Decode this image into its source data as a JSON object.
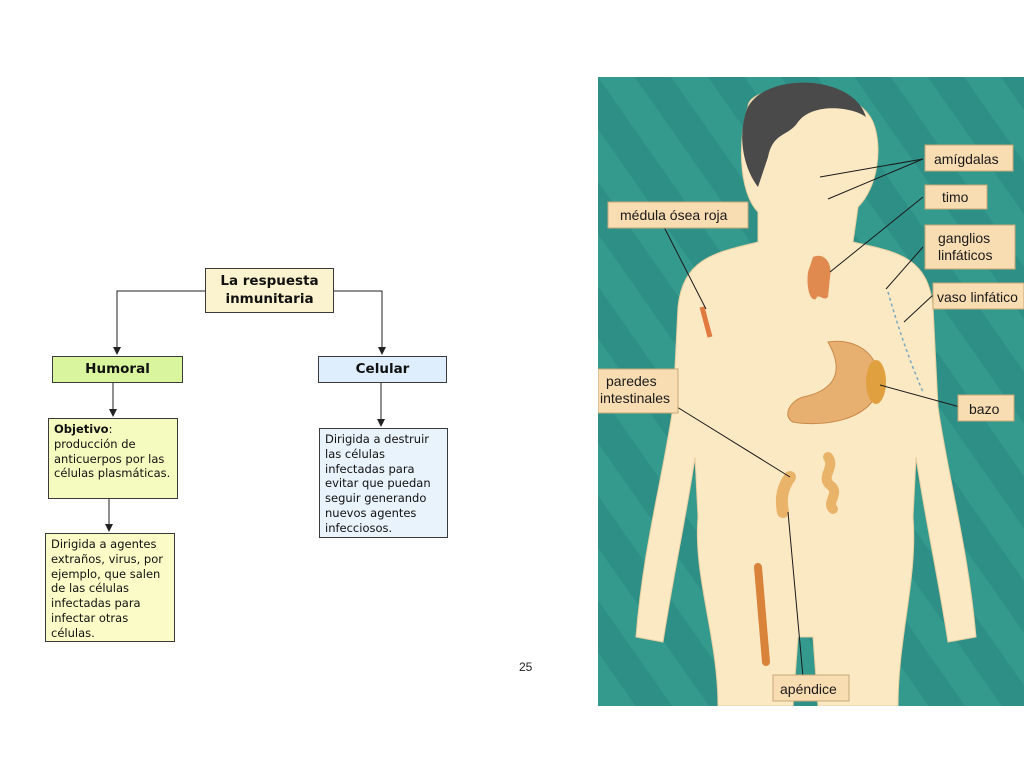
{
  "diagram": {
    "root": {
      "line1": "La respuesta",
      "line2": "inmunitaria"
    },
    "humoral": "Humoral",
    "celular": "Celular",
    "objetivo": {
      "label": "Objetivo",
      "text": ": producción de anticuerpos por las células plasmáticas."
    },
    "humoral_detail": "Dirigida a agentes extraños, virus, por ejemplo, que salen de las células infectadas para infectar otras células.",
    "celular_detail": "Dirigida a destruir las células infectadas para evitar que puedan seguir generando nuevos agentes infecciosos."
  },
  "page_number": "25",
  "anatomy": {
    "labels": {
      "amigdalas": "amígdalas",
      "timo": "timo",
      "ganglios_1": "ganglios",
      "ganglios_2": "linfáticos",
      "vaso": "vaso linfático",
      "medula": "médula ósea roja",
      "paredes_1": "paredes",
      "paredes_2": "intestinales",
      "bazo": "bazo",
      "apendice": "apéndice"
    },
    "colors": {
      "background": "#2e8f86",
      "skin": "#fbe9c4",
      "label_bg": "#f8ddb2",
      "organ": "#e0a060"
    }
  }
}
